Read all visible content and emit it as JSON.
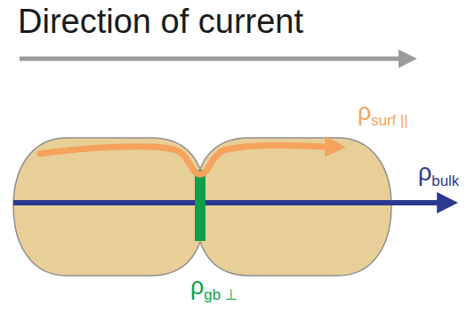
{
  "diagram": {
    "labels": [
      "Direction of current",
      "ρsurf ||",
      "ρbulk",
      "ρgb ⊥"
    ]
  }
}
